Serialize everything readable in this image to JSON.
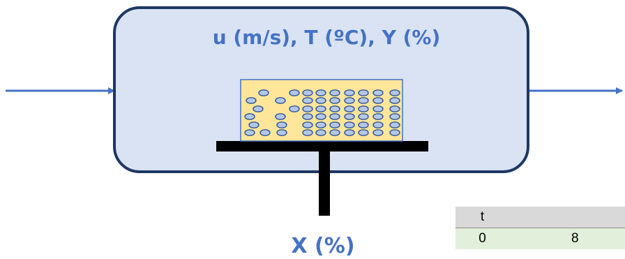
{
  "chamber": {
    "conditions_label": "u (m/s), T (ºC), Y (%)"
  },
  "support": {
    "output_label": "X (%)"
  },
  "table": {
    "headers": [
      "t",
      ""
    ],
    "rows": [
      [
        "0",
        "8"
      ]
    ]
  },
  "colors": {
    "chamber_fill": "#dae3f3",
    "chamber_stroke": "#1f3864",
    "arrow_color": "#4472c4",
    "text_color": "#4472c4",
    "sample_fill": "#ffe699",
    "sample_stroke": "#4472c4",
    "pore_fill": "#b4c7e7",
    "pore_stroke": "#2f5597",
    "support_color": "#000000",
    "table_header_fill": "#d9d9d9",
    "table_row_fill": "#e2efda"
  }
}
